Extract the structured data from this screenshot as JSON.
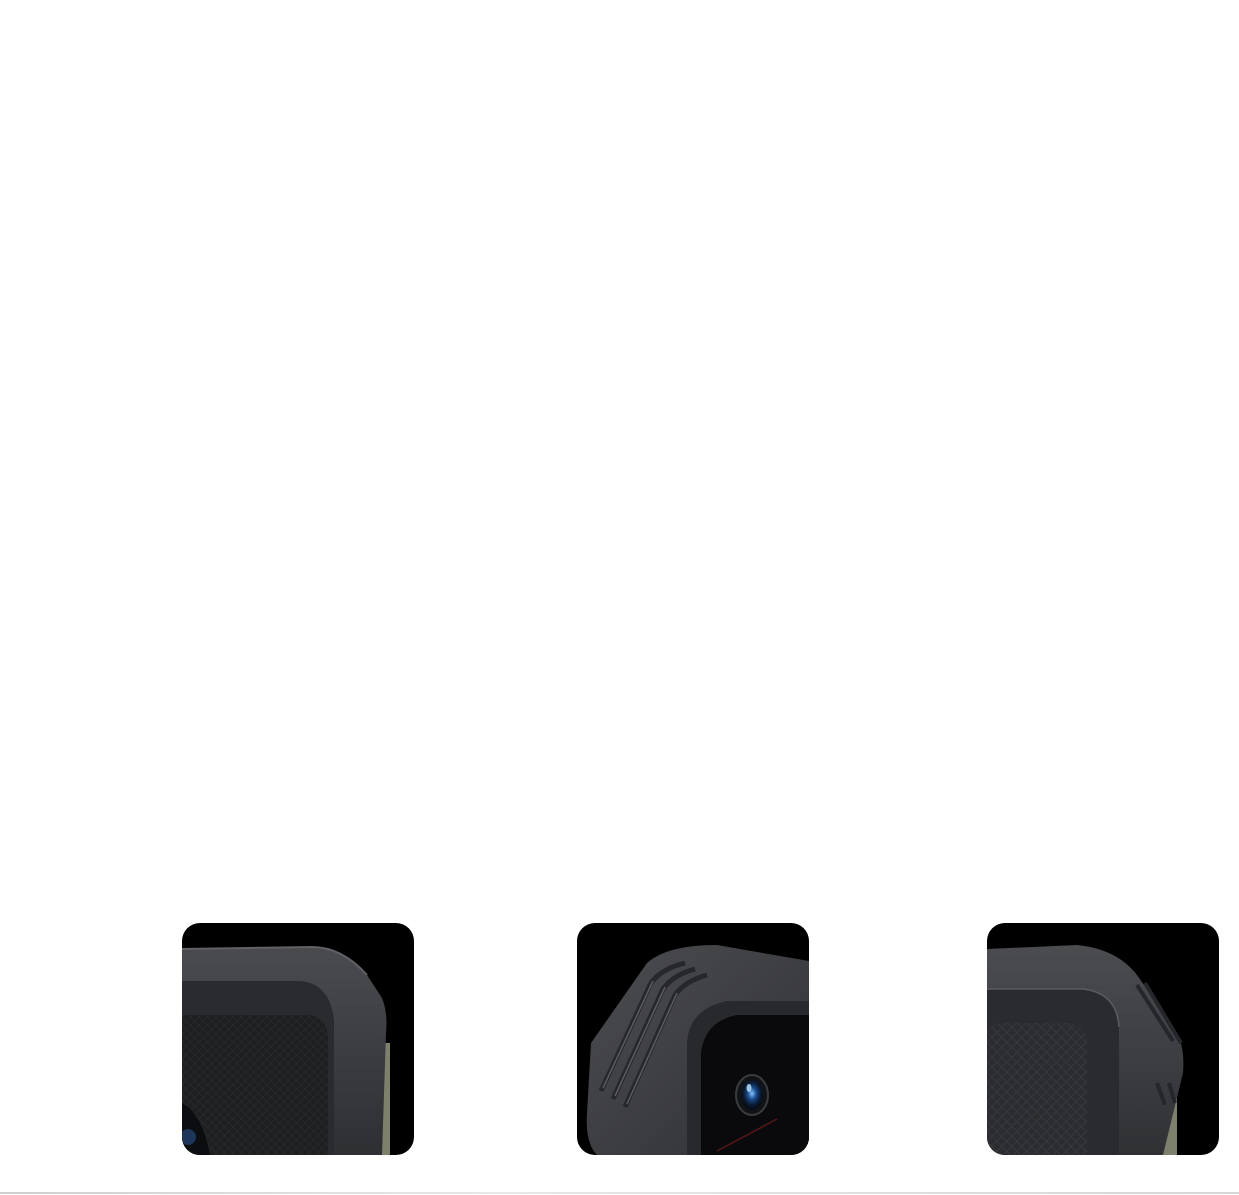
{
  "thumbnails": [
    {
      "subject": "rugged-case-corner-left"
    },
    {
      "subject": "rugged-case-camera-corner"
    },
    {
      "subject": "rugged-case-corner-right"
    }
  ],
  "colors": {
    "background": "#ffffff",
    "thumbnail_bg": "#000000",
    "case_body": "#3a3a3c",
    "case_highlight": "#55565a",
    "accent_olive": "#8a8c6e"
  }
}
